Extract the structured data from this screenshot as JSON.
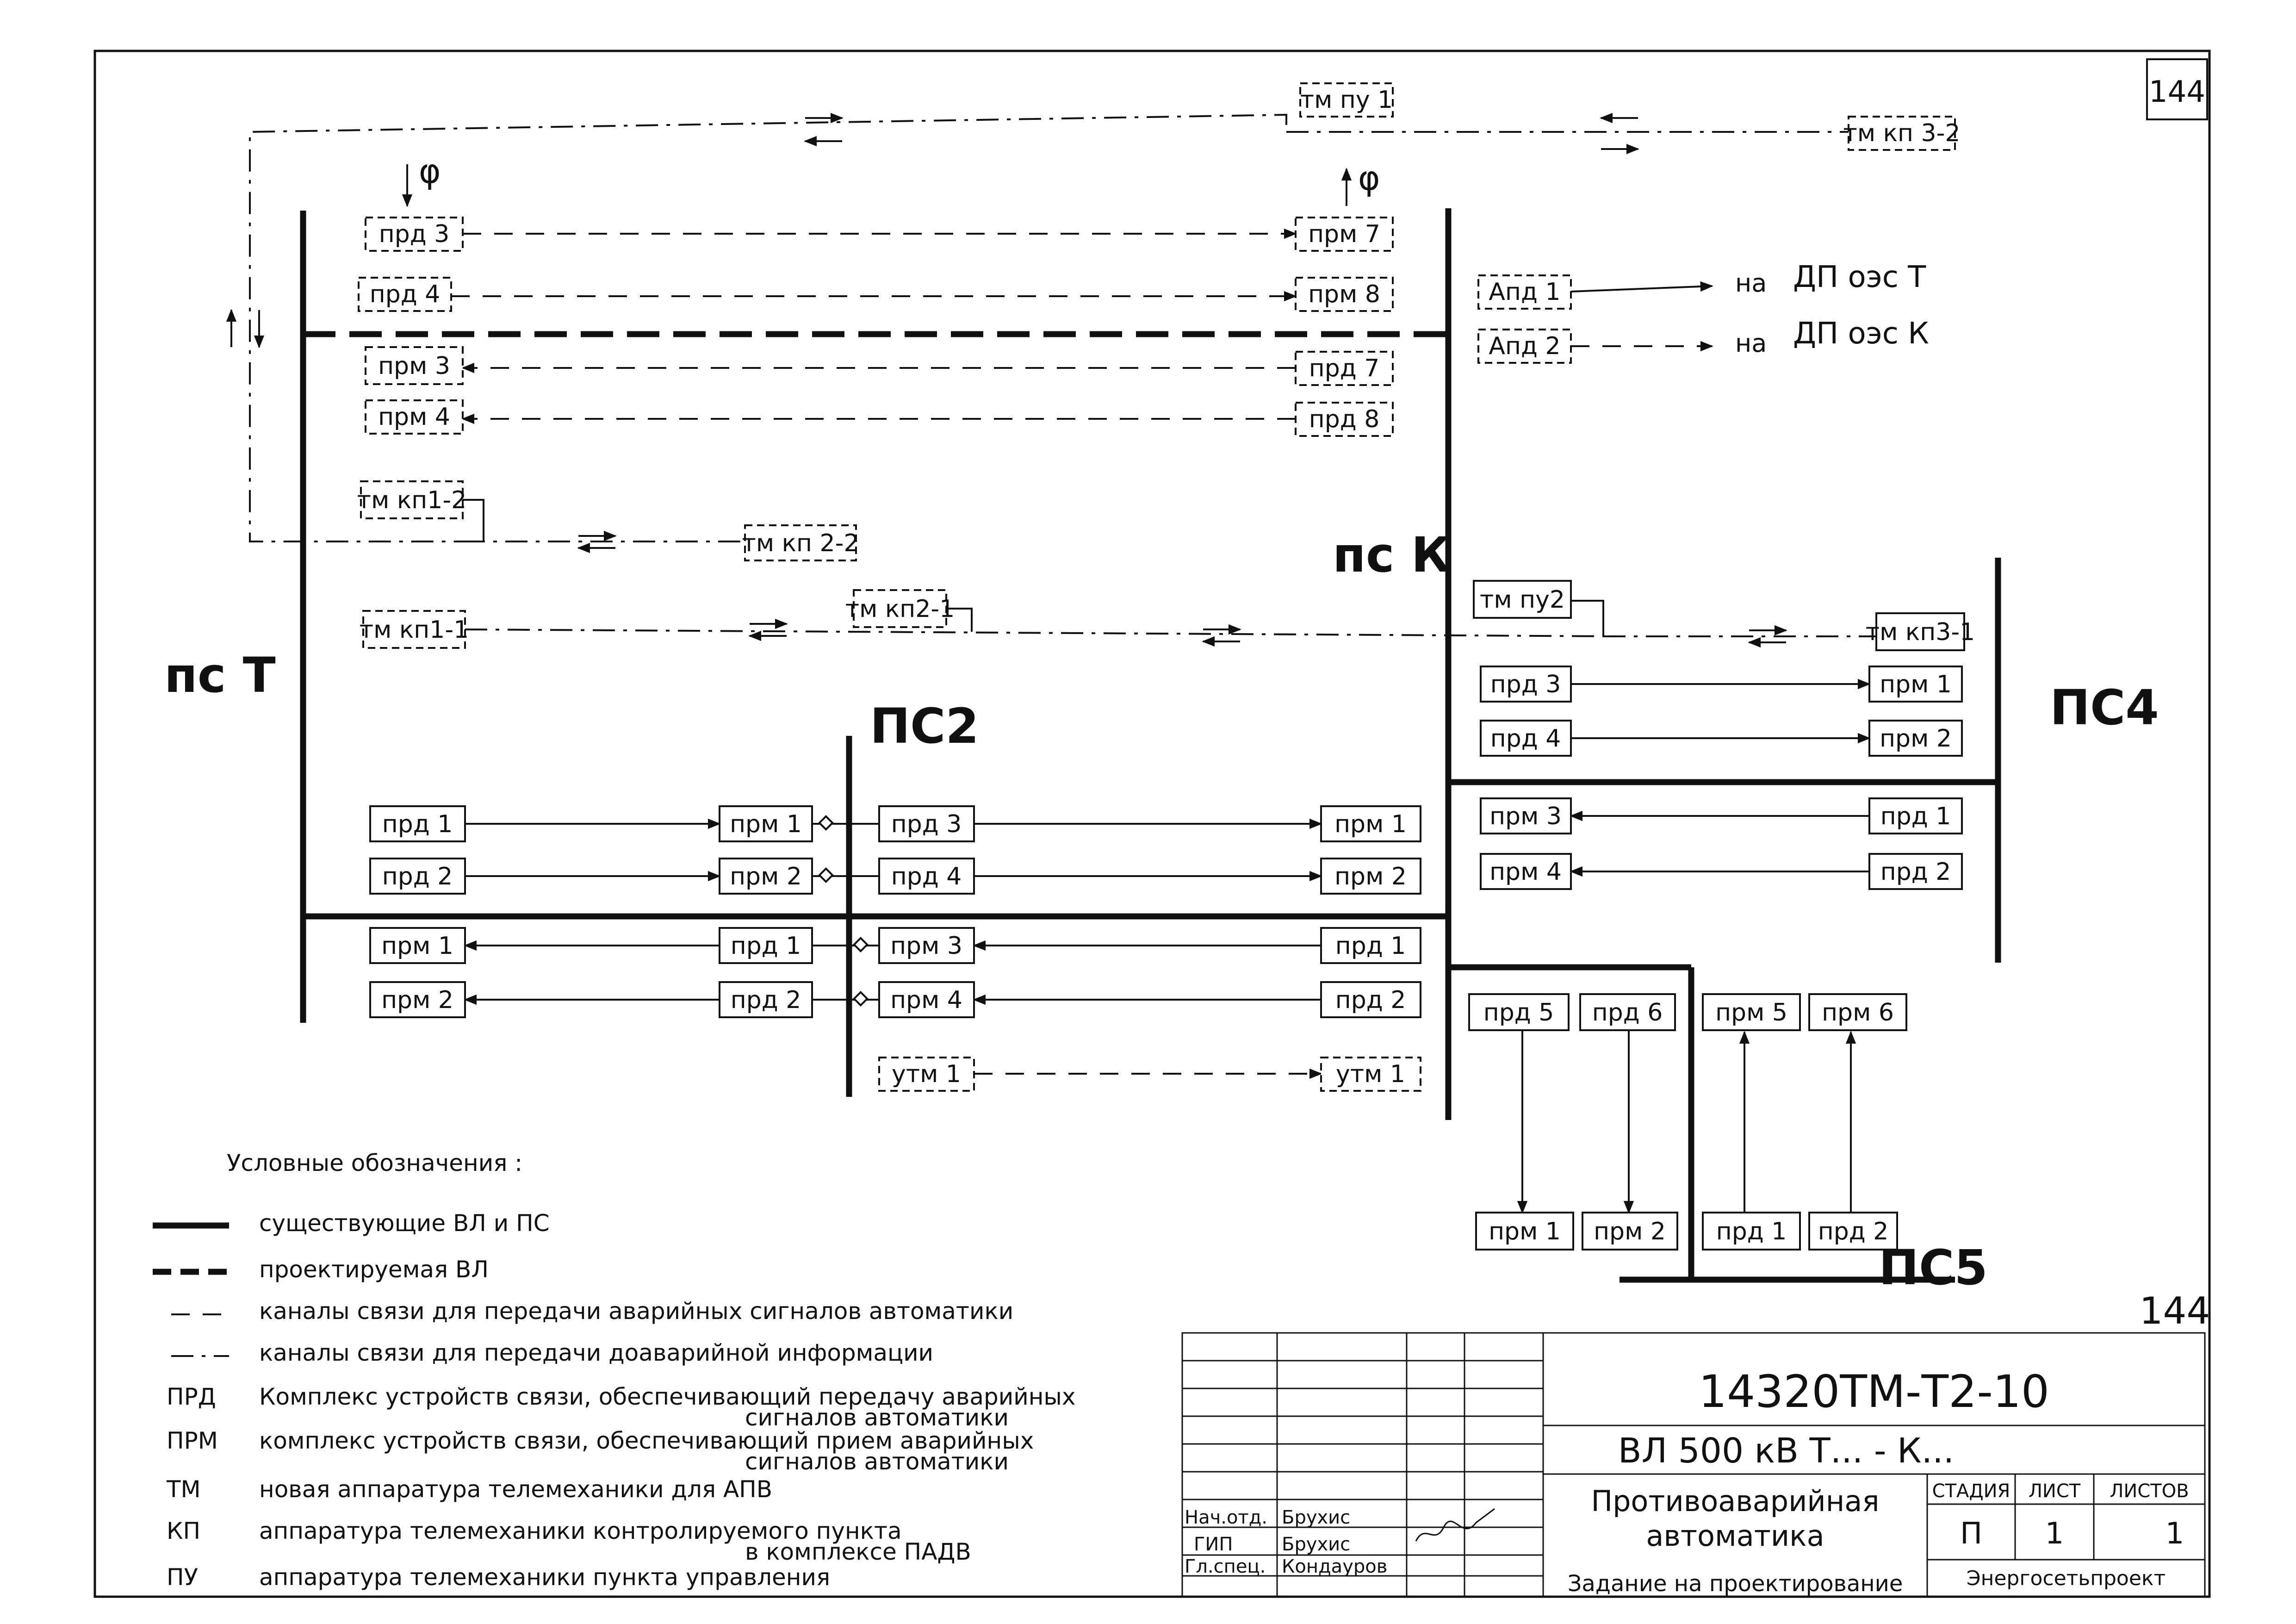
{
  "sheet_number": "144",
  "sheet_number_2": "144",
  "substations": {
    "pst": "пс Т",
    "psk": "пс К",
    "ps2": "ПС2",
    "ps4": "ПС4",
    "ps5": "ПС5"
  },
  "phi": "φ",
  "nodes": {
    "tm_pu1": "тм пу 1",
    "tm_kp32": "тм кп 3-2",
    "prd3_t": "прд 3",
    "prd4_t": "прд 4",
    "prm3_t": "прм 3",
    "prm4_t": "прм 4",
    "prm7_k": "прм 7",
    "prm8_k": "прм 8",
    "prd7_k": "прд 7",
    "prd8_k": "прд 8",
    "apd1": "Апд 1",
    "apd2": "Апд 2",
    "tm_kp12": "тм кп1-2",
    "tm_kp22": "тм кп 2-2",
    "tm_kp11": "тм кп1-1",
    "tm_kp21": "тм кп2-1",
    "tm_pu2": "тм пу2",
    "tm_kp31": "тм кп3-1",
    "prd3_k4": "прд 3",
    "prd4_k4": "прд 4",
    "prm3_k4": "прм 3",
    "prm4_k4": "прм 4",
    "prm1_4": "прм 1",
    "prm2_4": "прм 2",
    "prd1_4": "прд 1",
    "prd2_4": "прд 2",
    "t_prd1": "прд 1",
    "t_prd2": "прд 2",
    "t_prm1": "прм 1",
    "t_prm2": "прм 2",
    "s2_prm1": "прм 1",
    "s2_prm2": "прм 2",
    "s2_prd1": "прд 1",
    "s2_prd2": "прд 2",
    "s2_prd3": "прд 3",
    "s2_prd4": "прд 4",
    "s2_prm3": "прм 3",
    "s2_prm4": "прм 4",
    "k_prm1": "прм 1",
    "k_prm2": "прм 2",
    "k_prd1": "прд 1",
    "k_prd2": "прд 2",
    "utm1_a": "утм 1",
    "utm1_b": "утм 1",
    "k_prd5": "прд 5",
    "k_prd6": "прд 6",
    "k_prm5": "прм 5",
    "k_prm6": "прм 6",
    "s5_prm1": "прм 1",
    "s5_prm2": "прм 2",
    "s5_prd1": "прд 1",
    "s5_prd2": "прд 2"
  },
  "destinations": {
    "to_t_prefix": "на",
    "to_t": "ДП оэс Т",
    "to_k_prefix": "на",
    "to_k": "ДП оэс К"
  },
  "legend": {
    "title": "Условные обозначения :",
    "items": [
      "существующие ВЛ и ПС",
      "проектируемая ВЛ",
      "каналы связи для передачи аварийных сигналов автоматики",
      "каналы связи для передачи доаварийной информации"
    ],
    "abbr": [
      {
        "key": "ПРД",
        "text": "Комплекс устройств связи, обеспечивающий передачу аварийных",
        "text2": "сигналов автоматики"
      },
      {
        "key": "ПРМ",
        "text": "комплекс устройств связи, обеспечивающий прием аварийных",
        "text2": "сигналов автоматики"
      },
      {
        "key": "ТМ",
        "text": "новая аппаратура телемеханики для АПВ",
        "text2": ""
      },
      {
        "key": "КП",
        "text": "аппаратура телемеханики контролируемого пункта",
        "text2": "в комплексе ПАДВ"
      },
      {
        "key": "ПУ",
        "text": "аппаратура телемеханики пункта управления",
        "text2": ""
      }
    ]
  },
  "title_block": {
    "code": "14320ТМ-Т2-10",
    "object": "ВЛ 500 кВ Т... - К...",
    "name_line1": "Противоаварийная",
    "name_line2": "автоматика",
    "subtitle": "Задание на проектирование",
    "stage_h": "СТАДИЯ",
    "sheet_h": "ЛИСТ",
    "sheets_h": "ЛИСТОВ",
    "stage": "П",
    "sheet": "1",
    "sheets": "1",
    "org": "Энергосетьпроект",
    "roles": [
      {
        "role": "Нач.отд.",
        "name": "Брухис"
      },
      {
        "role": "ГИП",
        "name": "Брухис"
      },
      {
        "role": "Гл.спец.",
        "name": "Кондауров"
      }
    ]
  }
}
